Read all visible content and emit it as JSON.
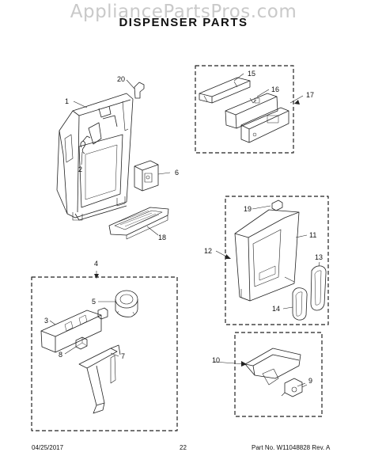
{
  "header": {
    "watermark": "AppliancePartsPros.com",
    "title": "DISPENSER PARTS"
  },
  "callouts": {
    "c1": "1",
    "c2": "2",
    "c3": "3",
    "c4": "4",
    "c5": "5",
    "c6": "6",
    "c7": "7",
    "c8": "8",
    "c9": "9",
    "c10": "10",
    "c11": "11",
    "c12": "12",
    "c13": "13",
    "c14": "14",
    "c15": "15",
    "c16": "16",
    "c17": "17",
    "c18": "18",
    "c19": "19",
    "c20": "20"
  },
  "footer": {
    "date": "04/25/2017",
    "page": "22",
    "part_no": "Part No. W11048828  Rev. A"
  }
}
